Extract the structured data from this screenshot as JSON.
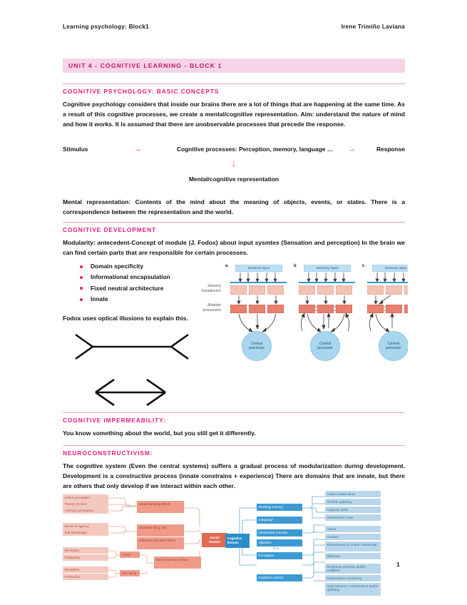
{
  "header": {
    "left": "Learning psychology: Block1",
    "right": "Irene Trimiño Laviana"
  },
  "unit_banner": {
    "label": "UNIT 4 - COGNITIVE LEARNING -  BLOCK 1",
    "background": "#f6d4e8",
    "text_color": "#c2185b"
  },
  "sections": {
    "basic_concepts": {
      "title": "COGNITIVE PSYCHOLOGY: BASIC CONCEPTS",
      "paragraph": "Cognitive psychology considers that inside our brains there are a lot of things that are happening at the same time. As a result of this cognitive processes, we create a mental/cognitive representation. Aim: understand the nature of mind and how it works. It is assumed that there are unobservable processes that precede the response.",
      "flow": {
        "stimulus": "Stimulus",
        "arrow1": "→",
        "processes": "Cognitive processes: Perception, memory, language …",
        "arrow2": "→",
        "response": "Response",
        "down_arrow": "↓",
        "representation": "Mental/cognitive representation"
      },
      "mental_rep": "Mental representation: Contents of the mind about the meaning of objects, events, or states. There is a correspondence between the representation and the world."
    },
    "cognitive_development": {
      "title": "COGNITIVE DEVELOPMENT",
      "paragraph": "Modularity: antecedent-Concept of module (J. Fodox) about input sysmtes (Sensation and perception) In the brain we can find certain parts that are responsible for certain processes.",
      "bullets": [
        "Domain specificity",
        "Informational encapsulation",
        "Fixed neutral architecture",
        "Innate"
      ],
      "illusion_caption": "Fodox uses optical illusions to explain this."
    },
    "impermeability": {
      "title": "COGNITIVE IMPERMEABILITY:",
      "paragraph": "You know something about the world, but you still get it differently."
    },
    "neuroconstructivism": {
      "title": "NEUROCONSTRUCTIVISM:",
      "paragraph": "The cognitive system (Even the central systems) suffers a gradual process of modularization during development. Development is a constructive process (innate constrains + experience) There are domains that are innate, but there are others that only develop if we interact within each other."
    }
  },
  "modularity_figure": {
    "side_labels": {
      "transducers": "Sensory\ntransducers",
      "processors": "Modular\nprocessors"
    },
    "panels": [
      {
        "letter": "a",
        "input_label": "Sensory input",
        "central_label": "Central\nprocessor"
      },
      {
        "letter": "b",
        "input_label": "Sensory input",
        "central_label": "Central\nprocessor"
      },
      {
        "letter": "c",
        "input_label": "Sensory input",
        "central_label": "Central\nprocessor"
      }
    ]
  },
  "social_diagram": {
    "hub": "Social domain",
    "leaves": [
      "Action perception",
      "Theory of mind",
      "Animacy perception",
      "Sense of agency",
      "Self knowledge",
      "Reception",
      "Production",
      "Reception",
      "Production"
    ],
    "sub": [
      "Facial",
      "Non-facial"
    ],
    "mid": [
      "Understanding others",
      "Understanding self",
      "Affiliation and attachment",
      "Social communication"
    ]
  },
  "cognitive_diagram": {
    "hub": "Cognitive domain",
    "mid": [
      "Working memory",
      "Language",
      "Declarative memory",
      "Attention",
      "Perception",
      "Cognitive control"
    ],
    "leaves": [
      "Active maintenance",
      "Flexible updating",
      "Capacity limits",
      "Interference costs",
      "Visual",
      "Auditory",
      "Somatosensory and/or multimodal",
      "Olfactory",
      "Response selection and/or inhibition",
      "Performance monitoring",
      "Goal selection, maintenance and/or updating"
    ]
  },
  "page_number": "1"
}
